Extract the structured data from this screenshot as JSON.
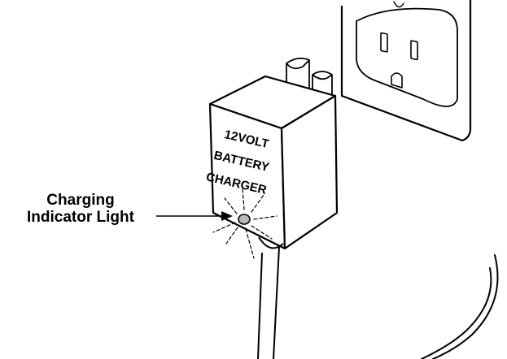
{
  "charger": {
    "label_line1": "12VOLT",
    "label_line2": "BATTERY",
    "label_line3": "CHARGER"
  },
  "callout": {
    "line1": "Charging",
    "line2": "Indicator Light"
  },
  "colors": {
    "ink": "#000000",
    "paper": "#ffffff",
    "indicator": "#b8b8b8"
  }
}
